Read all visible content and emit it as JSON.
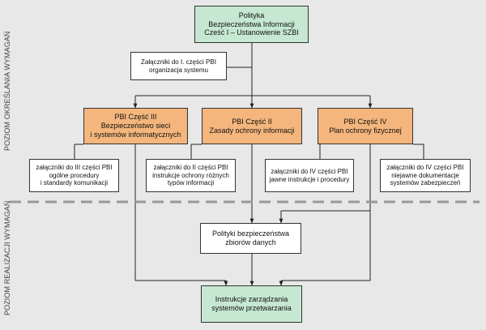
{
  "top_box": [
    "Polityka",
    "Bezpieczeństwa Informacji",
    "Cześć I – Ustanowienie SZBI"
  ],
  "annex_org_box": [
    "Załączniki do I. części PBI",
    "organizacja systemu"
  ],
  "part_boxes": {
    "part3": [
      "PBI Część III",
      "Bezpieczeństwo sieci",
      "i systemów informatycznych"
    ],
    "part2": [
      "PBI Część II",
      "Zasady ochrony informacji"
    ],
    "part4": [
      "PBI Część IV",
      "Plan ochrony fizycznej"
    ]
  },
  "annex_boxes": {
    "part3": [
      "załączniki do III części PBI",
      "ogólne procedury",
      "i standardy komunikacji"
    ],
    "part2": [
      "załączniki do II części PBI",
      "instrukcje ochrony różnych",
      "typów informacji"
    ],
    "part4_public": [
      "załączniki do IV części PBI",
      "jawne instrukcje i procedury"
    ],
    "part4_secret": [
      "załączniki do IV części PBI",
      "niejawne dokumentacje",
      "systemów zabezpieczeń"
    ]
  },
  "data_policy_box": [
    "Polityki bezpieczeństwa",
    "zbiorów danych"
  ],
  "management_box": [
    "Instrukcje zarządzania",
    "systemów przetwarzania"
  ],
  "side_labels": {
    "upper": "POZIOM OKREŚLANIA WYMAGAŃ",
    "lower": "POZIOM REALIZACJI WYMAGAŃ"
  },
  "colors": {
    "background": "#e8e8e8",
    "green_box": "#c6e7d2",
    "orange_box": "#f4b67c",
    "white_box": "#ffffff",
    "divider": "#999999"
  }
}
